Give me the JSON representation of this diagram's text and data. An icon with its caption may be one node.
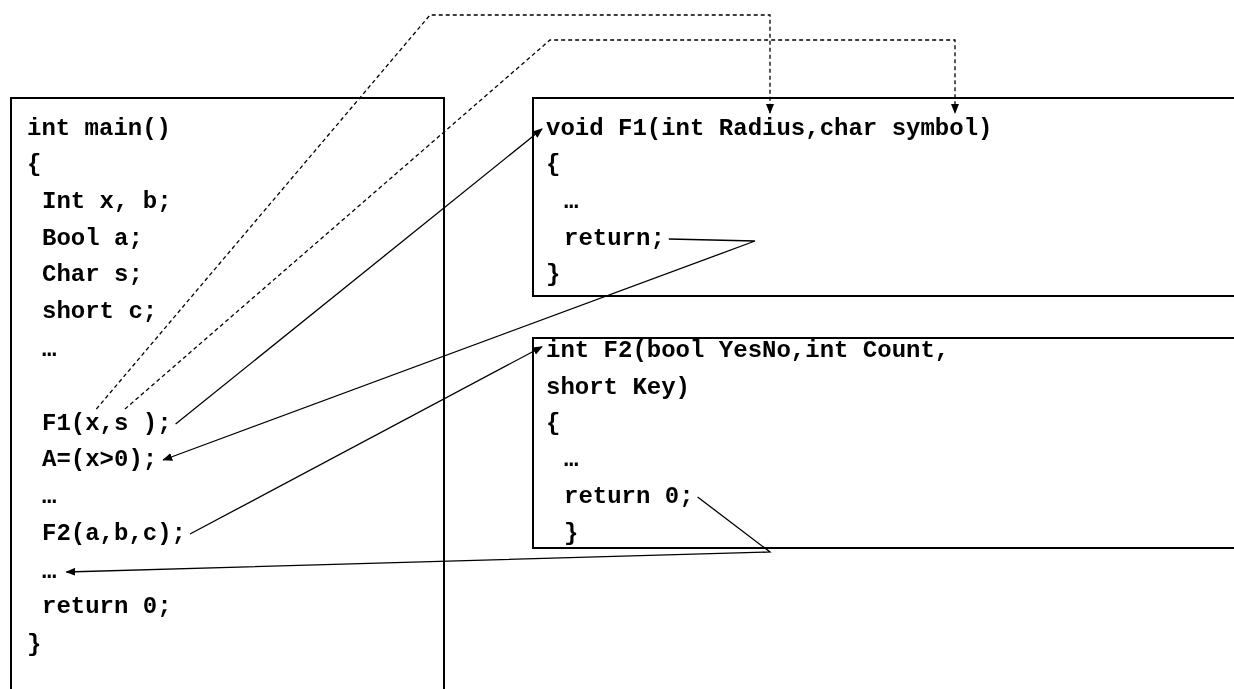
{
  "diagram": {
    "nodes": [
      {
        "text": [],
        "shape": "box"
      },
      {
        "text": [
          "int main()"
        ],
        "in": 0
      },
      {
        "text": [
          "{"
        ],
        "in": 0
      },
      {
        "text": [
          "Int x, b;"
        ],
        "in": 0
      },
      {
        "text": [
          "Bool a;"
        ],
        "in": 0
      },
      {
        "text": [
          "Char s;"
        ],
        "in": 0
      },
      {
        "text": [
          "short c;"
        ],
        "in": 0
      },
      {
        "text": [
          "…"
        ],
        "in": 0
      },
      {
        "text": [
          "F1(x,s );"
        ],
        "in": 0
      },
      {
        "text": [
          "A=(x>0);"
        ],
        "in": 0
      },
      {
        "text": [
          "…"
        ],
        "in": 0
      },
      {
        "text": [
          "F2(a,b,c);"
        ],
        "in": 0
      },
      {
        "text": [
          "…"
        ],
        "in": 0
      },
      {
        "text": [
          "return 0;"
        ],
        "in": 0
      },
      {
        "text": [
          "}"
        ],
        "in": 0
      },
      {
        "text": [],
        "shape": "box"
      },
      {
        "text": [
          "void F1(int Radius,char symbol)"
        ],
        "in": 15
      },
      {
        "text": [
          "{"
        ],
        "in": 15
      },
      {
        "text": [
          "…"
        ],
        "in": 15
      },
      {
        "text": [
          "return;"
        ],
        "in": 15
      },
      {
        "text": [
          "}"
        ],
        "in": 15
      },
      {
        "text": [],
        "shape": "box"
      },
      {
        "text": [
          "int F2(bool YesNo,int Count, short Key)"
        ],
        "in": 21
      },
      {
        "text": [
          "{"
        ],
        "in": 21
      },
      {
        "text": [
          "…"
        ],
        "in": 21
      },
      {
        "text": [
          "return 0;"
        ],
        "in": 21
      },
      {
        "text": [
          "}"
        ],
        "in": 21
      }
    ],
    "edges": [
      {
        "from": 8,
        "to": 16,
        "arrow": "to"
      },
      {
        "from": 8,
        "to": 16,
        "arrow": "to",
        "style": "dashed"
      },
      {
        "from": 8,
        "to": 16,
        "arrow": "to",
        "style": "dashed"
      },
      {
        "from": 19,
        "to": 9,
        "arrow": "to"
      },
      {
        "from": 11,
        "to": 22,
        "arrow": "to"
      },
      {
        "from": 25,
        "to": 12,
        "arrow": "to"
      }
    ]
  }
}
